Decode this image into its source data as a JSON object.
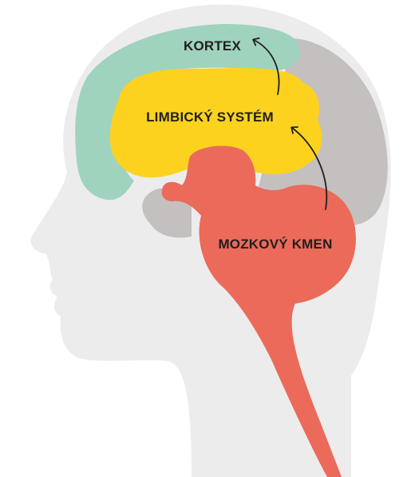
{
  "labels": {
    "kortex": "KORTEX",
    "limbic": "LIMBICKÝ SYSTÉM",
    "brainstem": "MOZKOVÝ KMEN"
  },
  "colors": {
    "head": "#ececec",
    "brain_gray": "#c3c0bf",
    "cortex": "#9fd3be",
    "limbic": "#fcd21f",
    "brainstem": "#ec6a5a",
    "text": "#1f1f1f",
    "arrow": "#1f1f1f"
  }
}
